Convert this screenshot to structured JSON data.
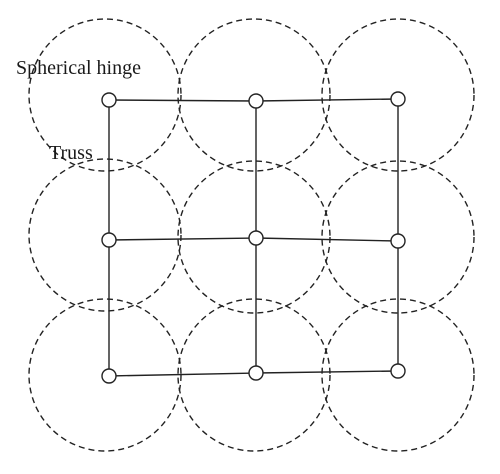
{
  "labels": {
    "spherical_hinge": "Spherical hinge",
    "truss": "Truss"
  },
  "colors": {
    "stroke": "#222222",
    "background": "#ffffff",
    "node_fill": "#ffffff"
  },
  "grid": {
    "rows": 3,
    "cols": 3
  }
}
